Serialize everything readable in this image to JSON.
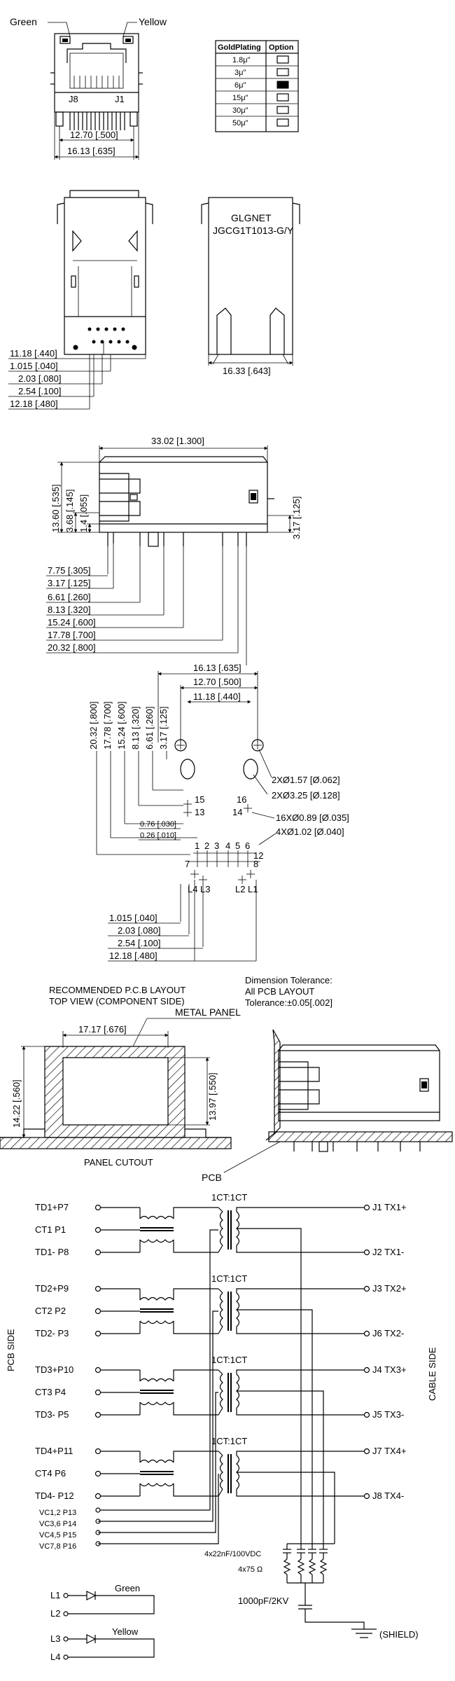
{
  "labels": {
    "green": "Green",
    "yellow": "Yellow",
    "j8": "J8",
    "j1": "J1",
    "brand": "GLGNET",
    "part_number": "JGCG1T1013-G/Y",
    "recommended_line1": "RECOMMENDED P.C.B LAYOUT",
    "recommended_line2": "TOP VIEW (COMPONENT SIDE)",
    "tolerance_line1": "Dimension Tolerance:",
    "tolerance_line2": "All PCB LAYOUT",
    "tolerance_line3": "Tolerance:±0.05[.002]",
    "metal_panel": "METAL PANEL",
    "panel_cutout": "PANEL CUTOUT",
    "pcb": "PCB",
    "pcb_side": "PCB SIDE",
    "cable_side": "CABLE SIDE",
    "transformer_ratio": "1CT:1CT",
    "capacitor_spec": "4x22nF/100VDC",
    "resistor_spec": "4x75 Ω",
    "hv_cap_spec": "1000pF/2KV",
    "shield": "(SHIELD)",
    "led_green": "Green",
    "led_yellow": "Yellow"
  },
  "gold_table": {
    "headers": [
      "GoldPlating",
      "Option"
    ],
    "rows": [
      {
        "plating": "1.8μ\"",
        "selected": false
      },
      {
        "plating": "3μ\"",
        "selected": false
      },
      {
        "plating": "6μ\"",
        "selected": true
      },
      {
        "plating": "15μ\"",
        "selected": false
      },
      {
        "plating": "30μ\"",
        "selected": false
      },
      {
        "plating": "50μ\"",
        "selected": false
      }
    ]
  },
  "dims": {
    "front_1270": "12.70 [.500]",
    "front_1613": "16.13 [.635]",
    "side_1118": "11.18 [.440]",
    "side_1015": "1.015 [.040]",
    "side_203": "2.03 [.080]",
    "side_254": "2.54 [.100]",
    "side_1218": "12.18 [.480]",
    "rear_1633": "16.33 [.643]",
    "len_3302": "33.02 [1.300]",
    "h_1360": "13.60 [.535]",
    "h_368": "3.68 [.145]",
    "h_14": "1.4 [.055]",
    "h_317_right": "3.17 [.125]",
    "p_775": "7.75 [.305]",
    "p_317": "3.17 [.125]",
    "p_661": "6.61 [.260]",
    "p_813": "8.13 [.320]",
    "p_1524": "15.24 [.600]",
    "p_1778": "17.78 [.700]",
    "p_2032": "20.32 [.800]",
    "fp_1613": "16.13 [.635]",
    "fp_1270": "12.70 [.500]",
    "fp_1118": "11.18 [.440]",
    "fp_vert": [
      "20.32 [.800]",
      "17.78 [.700]",
      "15.24 [.600]",
      "8.13 [.320]",
      "6.61 [.260]",
      "3.17 [.125]"
    ],
    "fp_hole1": "2XØ1.57 [Ø.062]",
    "fp_hole2": "2XØ3.25 [Ø.128]",
    "fp_hole3": "16XØ0.89 [Ø.035]",
    "fp_hole4": "4XØ1.02 [Ø.040]",
    "fp_076": "0.76 [.030]",
    "fp_026": "0.26 [.010]",
    "fp_1015": "1.015 [.040]",
    "fp_203": "2.03 [.080]",
    "fp_254": "2.54 [.100]",
    "fp_1218": "12.18 [.480]",
    "pin_15": "15",
    "pin_13": "13",
    "pin_16": "16",
    "pin_14": "14",
    "pins_top": [
      "1",
      "2",
      "3",
      "4",
      "5",
      "6"
    ],
    "pin_7": "7",
    "pin_8": "8",
    "pin_12": "12",
    "pin_L4": "L4",
    "pin_L3": "L3",
    "pin_L2": "L2",
    "pin_L1": "L1",
    "pc_1717": "17.17 [.676]",
    "pc_1422": "14.22 [.560]",
    "pc_1397": "13.97 [.550]"
  },
  "schematic": {
    "left_pins": [
      "TD1+P7",
      "CT1  P1",
      "TD1- P8",
      "TD2+P9",
      "CT2  P2",
      "TD2- P3",
      "TD3+P10",
      "CT3  P4",
      "TD3- P5",
      "TD4+P11",
      "CT4  P6",
      "TD4- P12"
    ],
    "right_pins": [
      "J1 TX1+",
      "J2 TX1-",
      "J3 TX2+",
      "J6 TX2-",
      "J4 TX3+",
      "J5 TX3-",
      "J7 TX4+",
      "J8 TX4-"
    ],
    "vc_pins": [
      "VC1,2  P13",
      "VC3,6  P14",
      "VC4,5  P15",
      "VC7,8  P16"
    ],
    "led_pins": [
      "L1",
      "L2",
      "L3",
      "L4"
    ]
  }
}
